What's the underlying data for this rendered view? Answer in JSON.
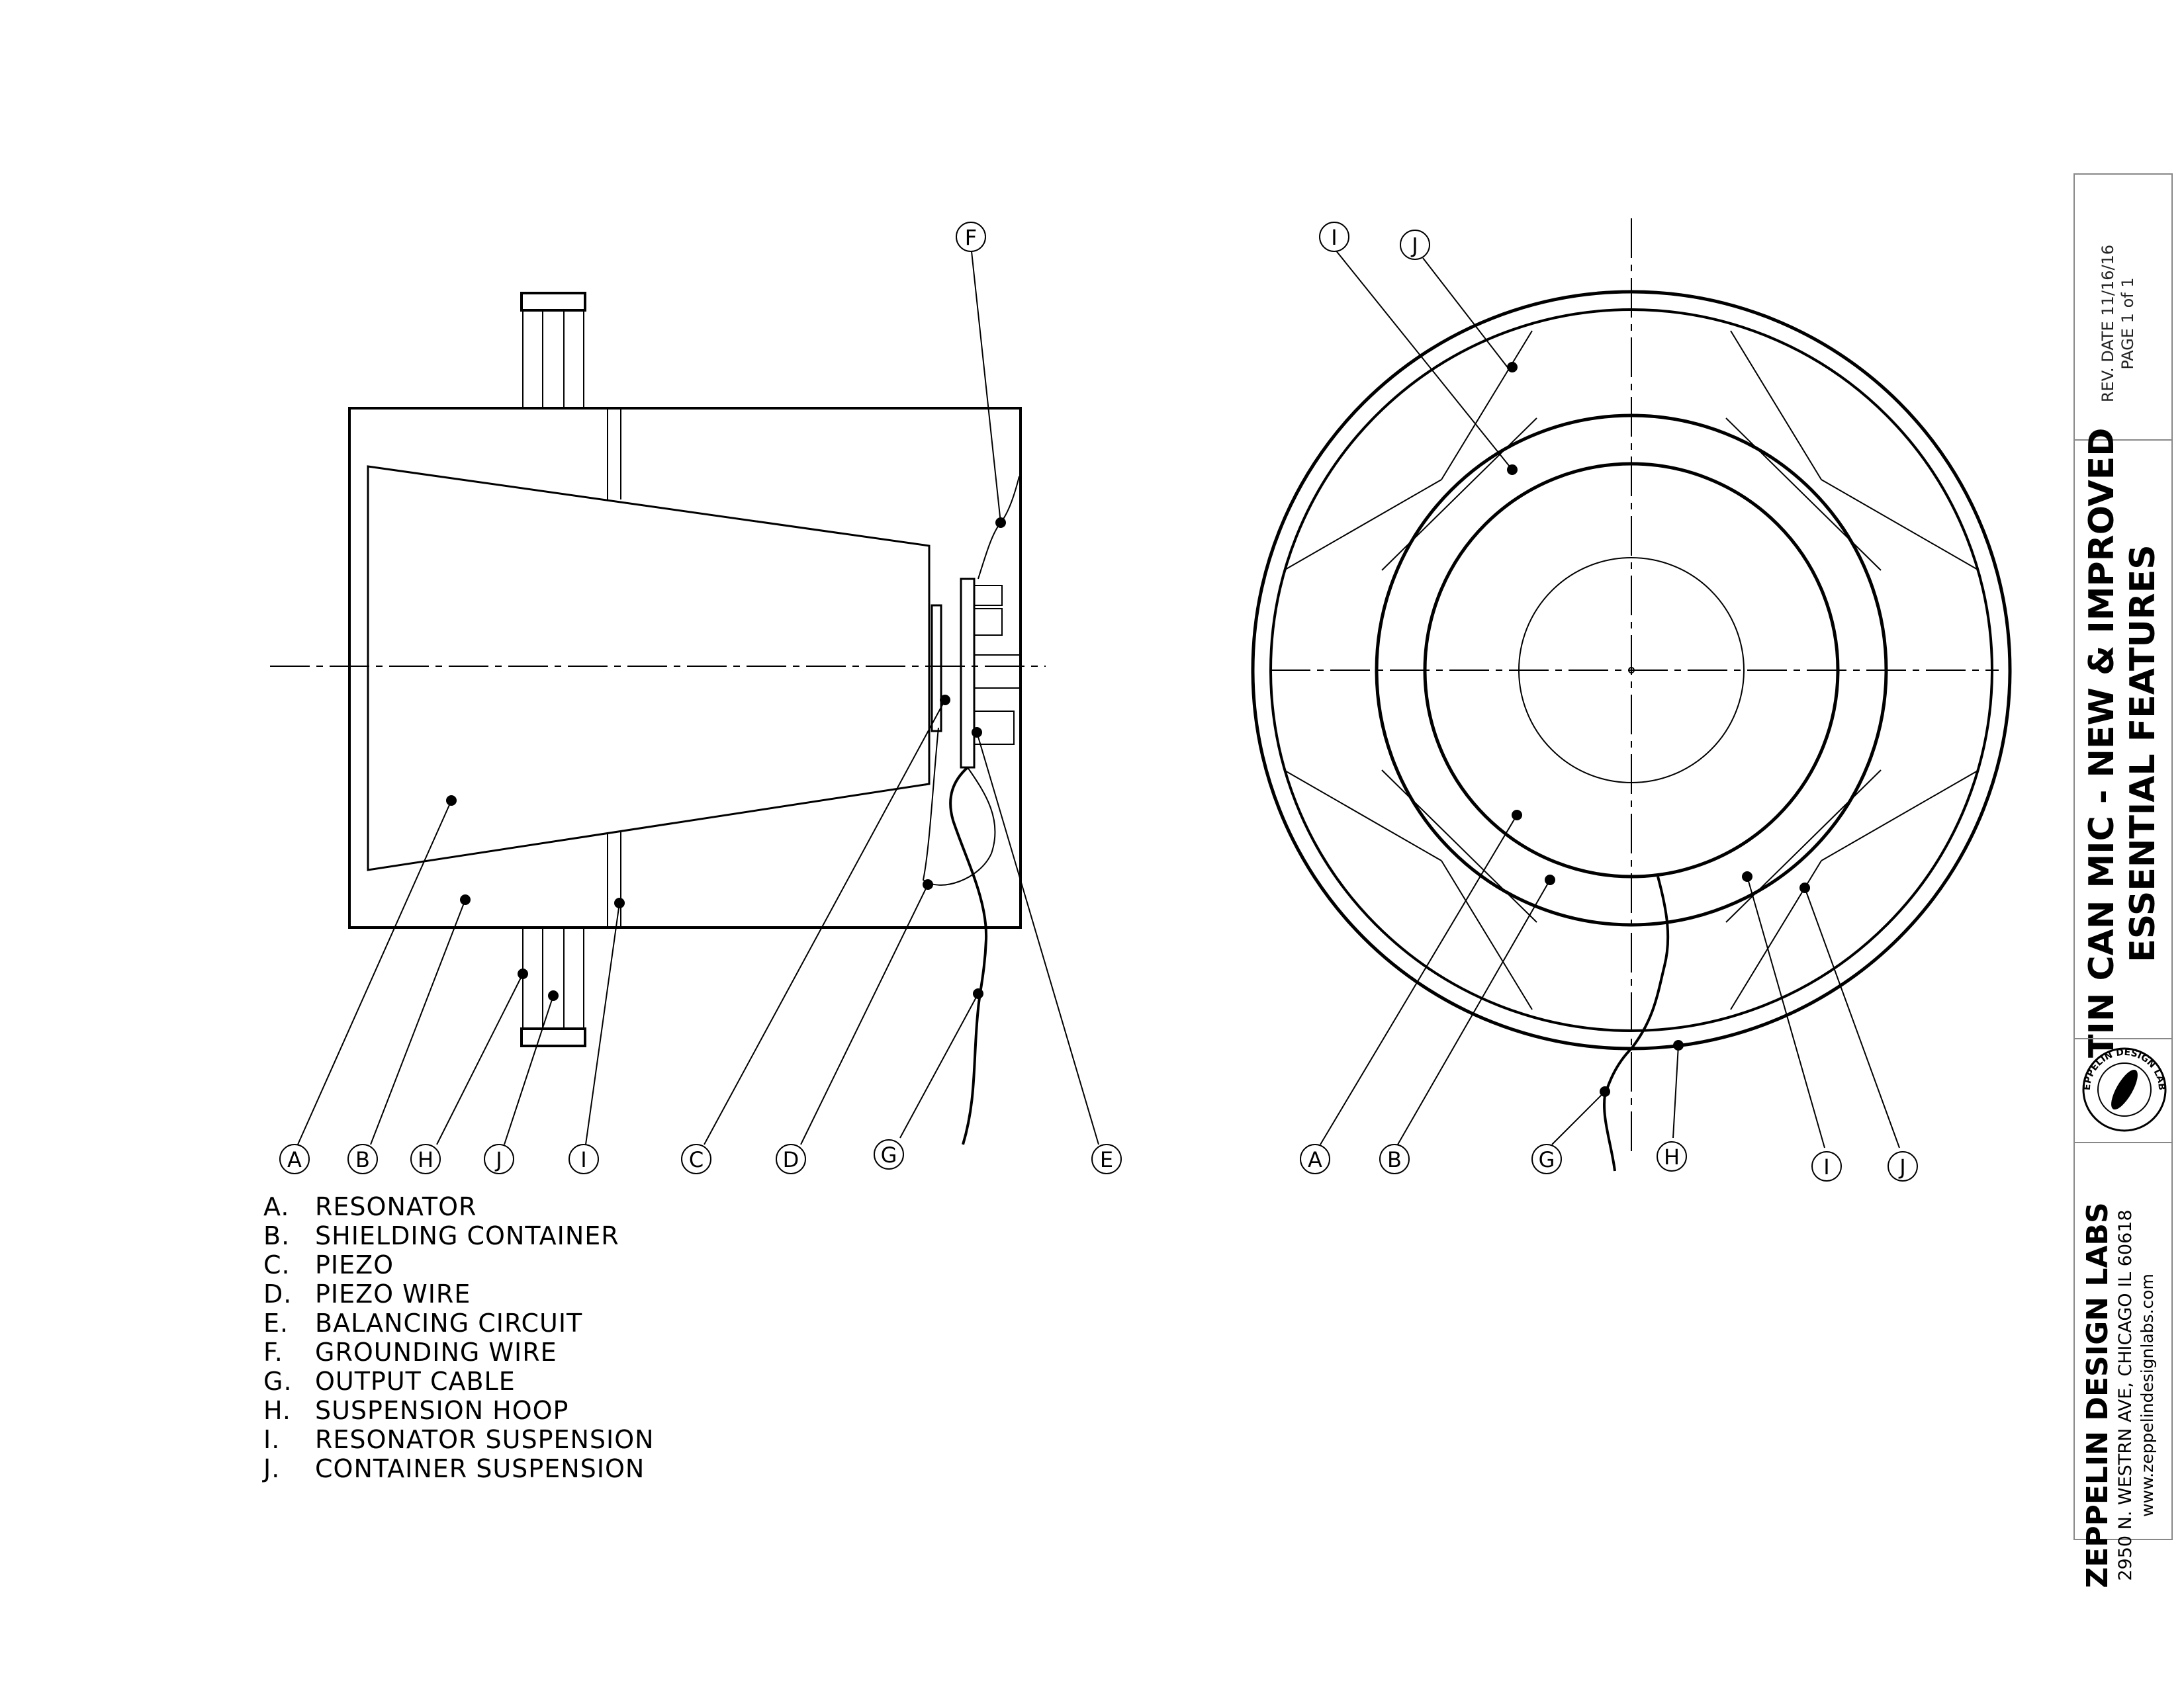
{
  "callouts": {
    "side_view": [
      "A",
      "B",
      "H",
      "J",
      "I",
      "C",
      "D",
      "G",
      "E",
      "F"
    ],
    "end_view": [
      "I",
      "J",
      "A",
      "B",
      "G",
      "H",
      "I",
      "J"
    ]
  },
  "legend": [
    {
      "letter": "A.",
      "text": "RESONATOR"
    },
    {
      "letter": "B.",
      "text": "SHIELDING CONTAINER"
    },
    {
      "letter": "C.",
      "text": "PIEZO"
    },
    {
      "letter": "D.",
      "text": "PIEZO WIRE"
    },
    {
      "letter": "E.",
      "text": "BALANCING CIRCUIT"
    },
    {
      "letter": "F.",
      "text": "GROUNDING WIRE"
    },
    {
      "letter": "G.",
      "text": "OUTPUT CABLE"
    },
    {
      "letter": "H.",
      "text": "SUSPENSION HOOP"
    },
    {
      "letter": "I.",
      "text": "RESONATOR SUSPENSION"
    },
    {
      "letter": "J.",
      "text": "CONTAINER SUSPENSION"
    }
  ],
  "title_block": {
    "rev_date": "REV. DATE 11/16/16",
    "page": "PAGE 1 of 1",
    "title_line1": "TIN CAN MIC - NEW & IMPROVED",
    "title_line2": "ESSENTIAL FEATURES",
    "logo_text": "ZEPPELIN DESIGN LABS",
    "company": "ZEPPELIN DESIGN LABS",
    "address": "2950 N. WESTRN AVE, CHICAGO IL 60618",
    "website": "www.zeppelindesignlabs.com"
  }
}
